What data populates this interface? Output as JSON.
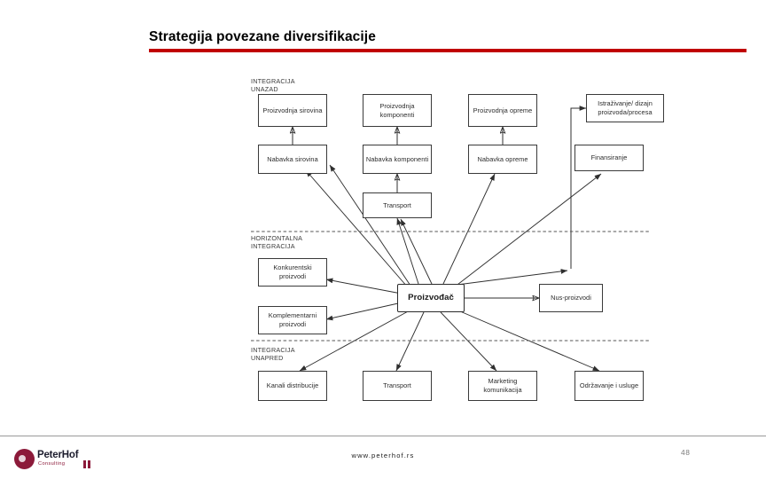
{
  "slide": {
    "title": "Strategija povezane diversifikacije",
    "accent_color": "#C00000",
    "page_number": "48"
  },
  "diagram": {
    "section_labels": [
      {
        "id": "backward",
        "text": "INTEGRACIJA\nUNAZAD"
      },
      {
        "id": "horizontal",
        "text": "HORIZONTALNA\nINTEGRACIJA"
      },
      {
        "id": "forward",
        "text": "INTEGRACIJA\nUNAPRED"
      }
    ],
    "center_node": {
      "label": "Proizvođač"
    },
    "nodes": [
      {
        "id": "proizvodnja-sirovina",
        "label": "Proizvodnja\nsirovina"
      },
      {
        "id": "proizvodnja-komponenti",
        "label": "Proizvodnja\nkomponenti"
      },
      {
        "id": "proizvodnja-opreme",
        "label": "Proizvodnja\nopreme"
      },
      {
        "id": "istrazivanje-dizajn",
        "label": "Istraživanje/ dizajn\nproizvoda/procesa"
      },
      {
        "id": "nabavka-sirovina",
        "label": "Nabavka\nsirovina"
      },
      {
        "id": "nabavka-komponenti",
        "label": "Nabavka\nkomponenti"
      },
      {
        "id": "nabavka-opreme",
        "label": "Nabavka\nopreme"
      },
      {
        "id": "finansiranje",
        "label": "Finansiranje"
      },
      {
        "id": "transport-gore",
        "label": "Transport"
      },
      {
        "id": "konkurentski-proizvodi",
        "label": "Konkurentski\nproizvodi"
      },
      {
        "id": "komplementarni-proizvodi",
        "label": "Komplementarni\nproizvodi"
      },
      {
        "id": "nus-proizvodi",
        "label": "Nus-proizvodi"
      },
      {
        "id": "kanali-distribucije",
        "label": "Kanali\ndistribucije"
      },
      {
        "id": "transport-dole",
        "label": "Transport"
      },
      {
        "id": "marketing-komunikacija",
        "label": "Marketing\nkomunikacija"
      },
      {
        "id": "odrzavanje-usluge",
        "label": "Održavanje i\nusluge"
      }
    ]
  },
  "footer": {
    "logo_name": "PeterHof",
    "logo_tagline": "Consulting",
    "website": "www.peterhof.rs"
  }
}
